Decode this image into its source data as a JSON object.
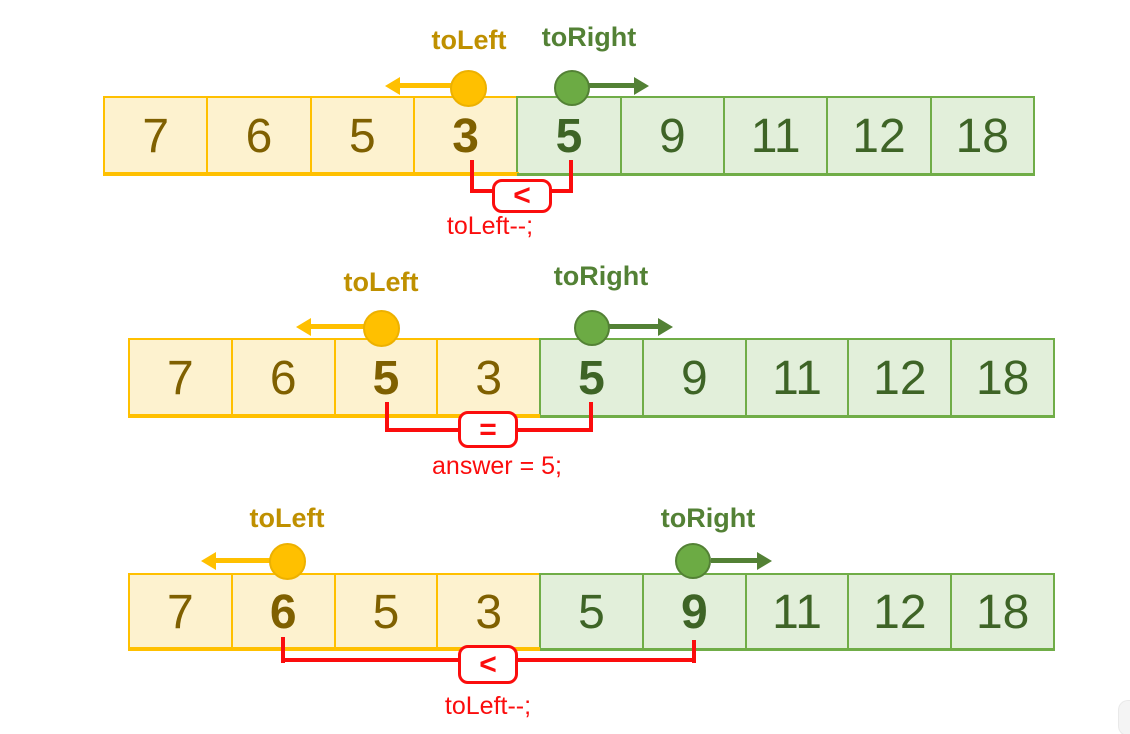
{
  "figure": {
    "description_colors": {
      "yellow_fill": "#FDF2CF",
      "yellow_border": "#FFC000",
      "yellow_text": "#7F6000",
      "yellow_label": "#BF9000",
      "green_fill": "#E2EFDA",
      "green_border": "#70AD47",
      "green_text": "#3E6426",
      "green_circle": "#6CAB44",
      "green_label": "#538135",
      "red_annotation": "#FB0D0D"
    },
    "steps": [
      {
        "toleft_label": "toLeft",
        "toright_label": "toRight",
        "cells": [
          "7",
          "6",
          "5",
          "3",
          "5",
          "9",
          "11",
          "12",
          "18"
        ],
        "left_section_count": 4,
        "toleft_cell_index": 3,
        "toright_cell_index": 4,
        "operator": "<",
        "annotation": "toLeft--;"
      },
      {
        "toleft_label": "toLeft",
        "toright_label": "toRight",
        "cells": [
          "7",
          "6",
          "5",
          "3",
          "5",
          "9",
          "11",
          "12",
          "18"
        ],
        "left_section_count": 4,
        "toleft_cell_index": 2,
        "toright_cell_index": 4,
        "operator": "=",
        "annotation": "answer = 5;"
      },
      {
        "toleft_label": "toLeft",
        "toright_label": "toRight",
        "cells": [
          "7",
          "6",
          "5",
          "3",
          "5",
          "9",
          "11",
          "12",
          "18"
        ],
        "left_section_count": 4,
        "toleft_cell_index": 1,
        "toright_cell_index": 5,
        "operator": "<",
        "annotation": "toLeft--;"
      }
    ]
  }
}
